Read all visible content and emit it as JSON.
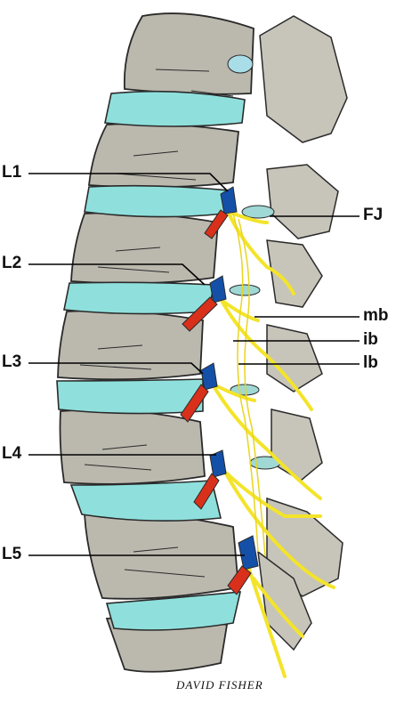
{
  "labels": {
    "left": [
      "L1",
      "L2",
      "L3",
      "L4",
      "L5"
    ],
    "right": [
      "FJ",
      "mb",
      "ib",
      "lb"
    ]
  },
  "signature": "DAVID FISHER",
  "colors": {
    "bone": "#bbb8ae",
    "bone_shadow": "#8e8b82",
    "outline": "#2a2a2a",
    "disc": "#8fe0dc",
    "artery": "#d8301a",
    "vein": "#1450a8",
    "nerve": "#f3e42a",
    "facet_joint": "#9fd8d4"
  }
}
